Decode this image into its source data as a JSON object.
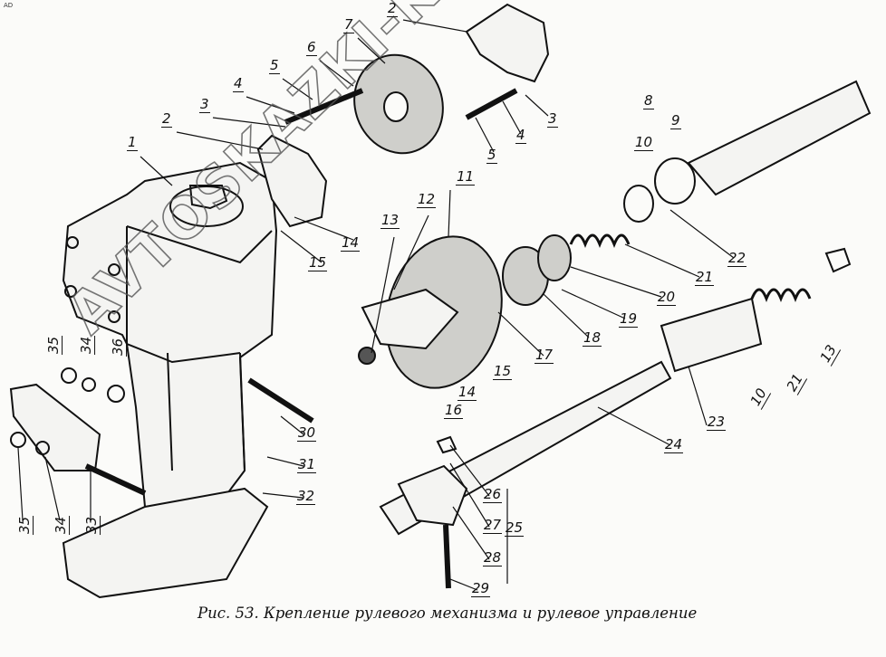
{
  "corner_mark": "AD",
  "watermark": "AVTOSKAZKI-KAMAT.ONLINE",
  "caption": "Рис. 53. Крепление рулевого механизма и рулевое управление",
  "labels": [
    "1",
    "2",
    "3",
    "4",
    "5",
    "6",
    "7",
    "2",
    "3",
    "4",
    "5",
    "8",
    "9",
    "10",
    "11",
    "12",
    "13",
    "14",
    "15",
    "14",
    "15",
    "16",
    "17",
    "18",
    "19",
    "20",
    "21",
    "22",
    "13",
    "21",
    "10",
    "23",
    "24",
    "25",
    "26",
    "27",
    "28",
    "29",
    "30",
    "31",
    "32",
    "33",
    "34",
    "35",
    "35",
    "34",
    "36"
  ]
}
